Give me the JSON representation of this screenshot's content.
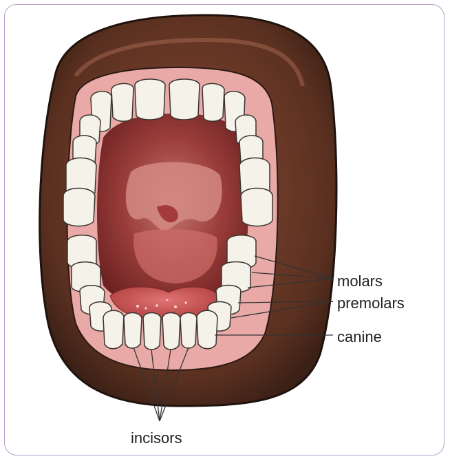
{
  "labels": {
    "molars": "molars",
    "premolars": "premolars",
    "canine": "canine",
    "incisors": "incisors"
  },
  "colors": {
    "frame": "#b89cc8",
    "lip_outer": "#4a2a1c",
    "lip": "#6b3a27",
    "gum": "#e8a7a6",
    "mouth_dark": "#7a2a2a",
    "palate": "#b5615e",
    "tongue": "#c9504f",
    "tooth": "#f4f1e8",
    "tooth_shade": "#cfcabb",
    "leader": "#333333"
  }
}
